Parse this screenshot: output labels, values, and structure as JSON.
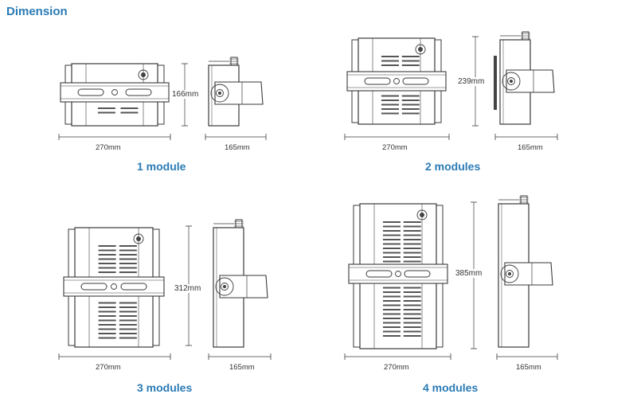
{
  "title": "Dimension",
  "width_label": "270mm",
  "depth_label": "165mm",
  "panels": [
    {
      "caption": "1 module",
      "height_label": "166mm"
    },
    {
      "caption": "2 modules",
      "height_label": "239mm"
    },
    {
      "caption": "3 modules",
      "height_label": "312mm"
    },
    {
      "caption": "4 modules",
      "height_label": "385mm"
    }
  ],
  "colors": {
    "accent": "#2a7bb5",
    "line": "#333333"
  }
}
